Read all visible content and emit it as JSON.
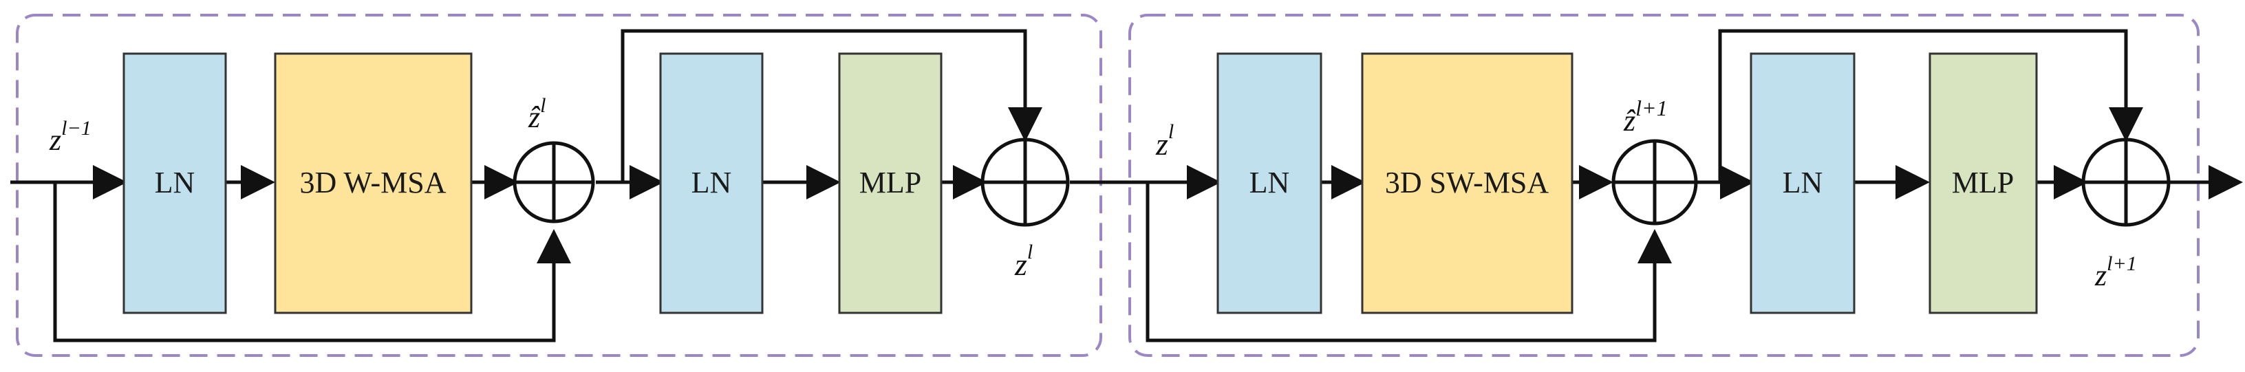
{
  "colors": {
    "ln": "#bfe0ec",
    "msa": "#fde49a",
    "mlp": "#d7e4bf",
    "panel_border": "#9b86c6",
    "line": "#111111"
  },
  "left_block": {
    "input_var": {
      "base": "z",
      "sup": "l−1"
    },
    "ln1": "LN",
    "attention": "3D W-MSA",
    "mid_var": {
      "base": "ẑ",
      "sup": "l"
    },
    "ln2": "LN",
    "mlp": "MLP",
    "output_var": {
      "base": "z",
      "sup": "l"
    }
  },
  "right_block": {
    "input_var": {
      "base": "z",
      "sup": "l"
    },
    "ln1": "LN",
    "attention": "3D SW-MSA",
    "mid_var": {
      "base": "ẑ",
      "sup": "l+1"
    },
    "ln2": "LN",
    "mlp": "MLP",
    "output_var": {
      "base": "z",
      "sup": "l+1"
    }
  }
}
